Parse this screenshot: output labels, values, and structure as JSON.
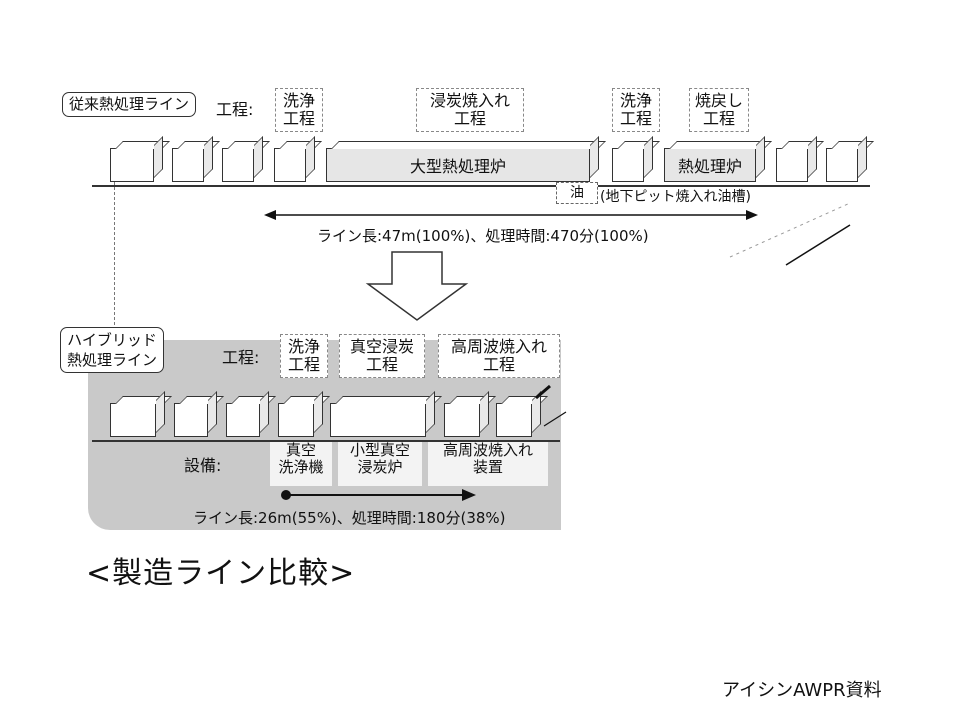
{
  "conventional": {
    "label": "従来熱処理ライン",
    "process_label": "工程:",
    "steps": [
      "洗浄\n工程",
      "浸炭焼入れ\n工程",
      "洗浄\n工程",
      "焼戻し\n工程"
    ],
    "furnace_large": "大型熱処理炉",
    "furnace_small": "熱処理炉",
    "oil": "油",
    "oil_tank": "(地下ピット焼入れ油槽)",
    "metric": "ライン長:47m(100%)、処理時間:470分(100%)"
  },
  "hybrid": {
    "label": "ハイブリッド\n熱処理ライン",
    "process_label": "工程:",
    "steps": [
      "洗浄\n工程",
      "真空浸炭\n工程",
      "高周波焼入れ\n工程"
    ],
    "equipment_label": "設備:",
    "equipment": [
      "真空\n洗浄機",
      "小型真空\n浸炭炉",
      "高周波焼入れ\n装置"
    ],
    "metric": "ライン長:26m(55%)、処理時間:180分(38%)"
  },
  "caption": "<製造ライン比較>",
  "credit": "アイシンAWPR資料",
  "colors": {
    "panel": "#c9c9c9",
    "line": "#333333"
  }
}
